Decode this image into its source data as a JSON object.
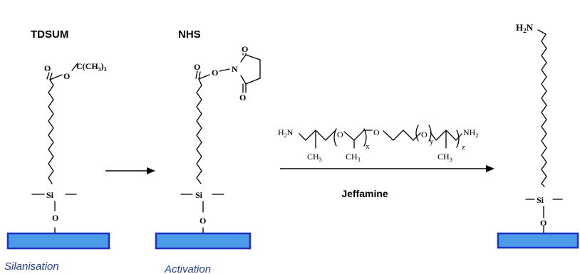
{
  "colors": {
    "substrate_fill": "#4c9be8",
    "substrate_stroke": "#1c2fc8",
    "ink": "#000000"
  },
  "step_labels": {
    "tdsum": "TDSUM",
    "nhs": "NHS",
    "jeffamine": "Jeffamine",
    "silanisation": "Silanisation",
    "activation": "Activation"
  },
  "atoms": {
    "silicon": "Si",
    "oxygen": "O",
    "amine_h": "H",
    "amine_sub": "2",
    "amine_n": "N"
  },
  "tdsum_group": {
    "ester_o": "O",
    "tbutyl": "C(CH",
    "tbutyl_sub": "3",
    "tbutyl_close": ")",
    "tbutyl_outer_sub": "3"
  },
  "nhs_group": {
    "ester_o": "O",
    "o_n_link": "O",
    "n": "N",
    "ring_o_top": "O",
    "ring_o_bottom": "O"
  },
  "jeffamine_formula": {
    "h2n_h": "H",
    "h2n_sub": "2",
    "h2n_n": "N",
    "o1": "O",
    "o2": "O",
    "o3": "O",
    "ch3_c": "CH",
    "ch3_sub": "3",
    "nh2_n": "NH",
    "nh2_sub": "2",
    "x": "x",
    "y": "y",
    "z": "z"
  }
}
